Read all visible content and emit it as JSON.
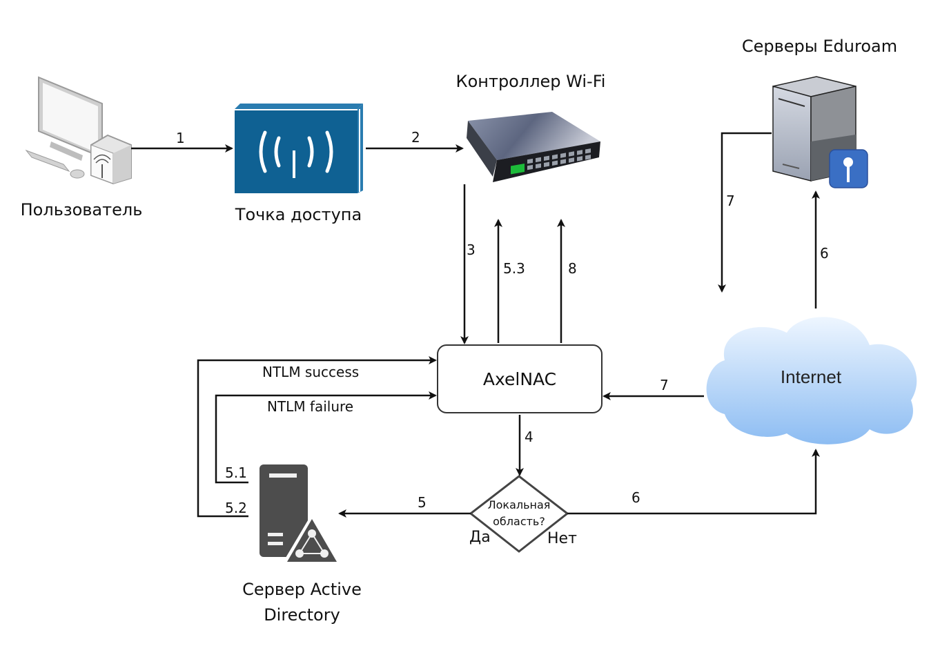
{
  "nodes": {
    "user": {
      "label": "Пользователь",
      "icon": "desktop-computer-icon"
    },
    "access_point": {
      "label": "Точка доступа",
      "icon": "wireless-access-point-icon",
      "color": "#0f6193"
    },
    "wifi_controller": {
      "label": "Контроллер Wi-Fi",
      "icon": "network-switch-icon"
    },
    "eduroam_servers": {
      "label": "Серверы Eduroam",
      "icon": "key-server-icon",
      "badge_color": "#3a6fc4"
    },
    "axelnac": {
      "label": "AxelNAC"
    },
    "internet": {
      "label": "Internet",
      "icon": "cloud-icon",
      "color": "#9cc8f5"
    },
    "decision": {
      "line1": "Локальная",
      "line2": "область?",
      "yes_label": "Да",
      "no_label": "Нет"
    },
    "active_directory": {
      "line1": "Сервер Active",
      "line2": "Directory",
      "icon": "ad-server-icon",
      "color": "#4d4d4d"
    }
  },
  "edges": {
    "e1": "1",
    "e2": "2",
    "e3": "3",
    "e53": "5.3",
    "e8": "8",
    "e4": "4",
    "e5": "5",
    "e51": "5.1",
    "e52": "5.2",
    "e6_right": "6",
    "e6_up": "6",
    "e7_left": "7",
    "e7_down": "7",
    "ntlm_success": "NTLM success",
    "ntlm_failure": "NTLM failure"
  }
}
